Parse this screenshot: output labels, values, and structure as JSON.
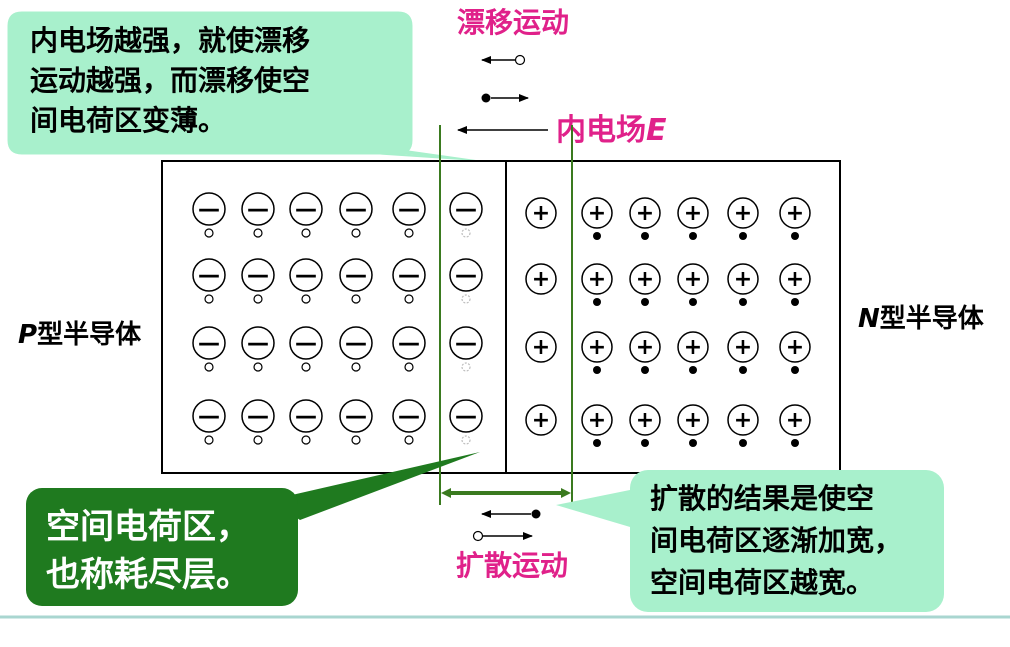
{
  "title_drift": "漂移运动",
  "title_diffusion": "扩散运动",
  "field_label": "内电场",
  "field_symbol": "E",
  "p_label": {
    "letter": "P",
    "text": "型半导体"
  },
  "n_label": {
    "letter": "N",
    "text": "型半导体"
  },
  "callout_top_left": [
    "内电场越强，就使漂移",
    "运动越强，而漂移使空",
    "间电荷区变薄。"
  ],
  "callout_bottom_left": [
    "空间电荷区，",
    "也称耗尽层。"
  ],
  "callout_bottom_right": [
    "扩散的结果是使空",
    "间电荷区逐渐加宽，",
    "空间电荷区越宽。"
  ],
  "ion_negative_symbol": "—",
  "ion_positive_symbol": "+",
  "colors": {
    "magenta": "#e0218a",
    "callout_light": "#a8f0cc",
    "callout_dark": "#1f7a1f",
    "green_line": "#3a7a1f",
    "frame": "#000000"
  }
}
